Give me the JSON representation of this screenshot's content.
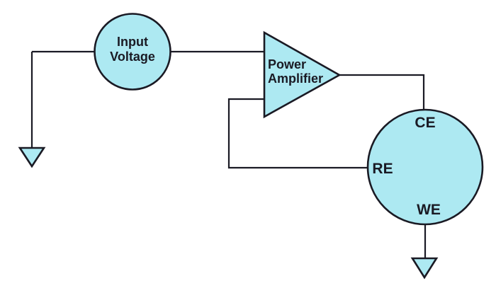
{
  "colors": {
    "background": "#ffffff",
    "shape_fill": "#ade9f2",
    "line": "#1a1a24",
    "text": "#1a1a24"
  },
  "diagram": {
    "input_source": {
      "line1": "Input",
      "line2": "Voltage"
    },
    "amplifier": {
      "line1": "Power",
      "line2": "Amplifier"
    },
    "cell": {
      "counter_electrode": "CE",
      "reference_electrode": "RE",
      "working_electrode": "WE"
    },
    "icons": {
      "ground_left": "ground-symbol",
      "ground_bottom": "ground-symbol"
    }
  }
}
